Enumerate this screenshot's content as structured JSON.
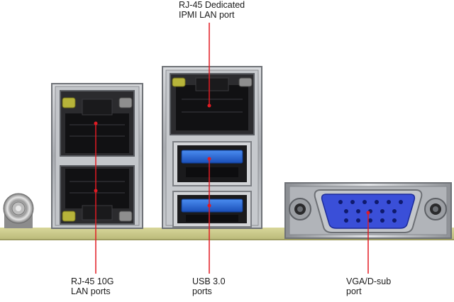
{
  "labels": {
    "ipmi": {
      "line1": "RJ-45 Dedicated",
      "line2": "IPMI LAN port"
    },
    "lan": {
      "line1": "RJ-45 10G",
      "line2": "LAN ports"
    },
    "usb": {
      "line1": "USB 3.0",
      "line2": "ports"
    },
    "vga": {
      "line1": "VGA/D-sub",
      "line2": "port"
    }
  },
  "colors": {
    "callout": "#e21b23",
    "usb_blue": "#1f5fd6",
    "vga_blue": "#3a4fd8",
    "pcb": "#c9c98a",
    "metal": "#b9bcc1"
  }
}
